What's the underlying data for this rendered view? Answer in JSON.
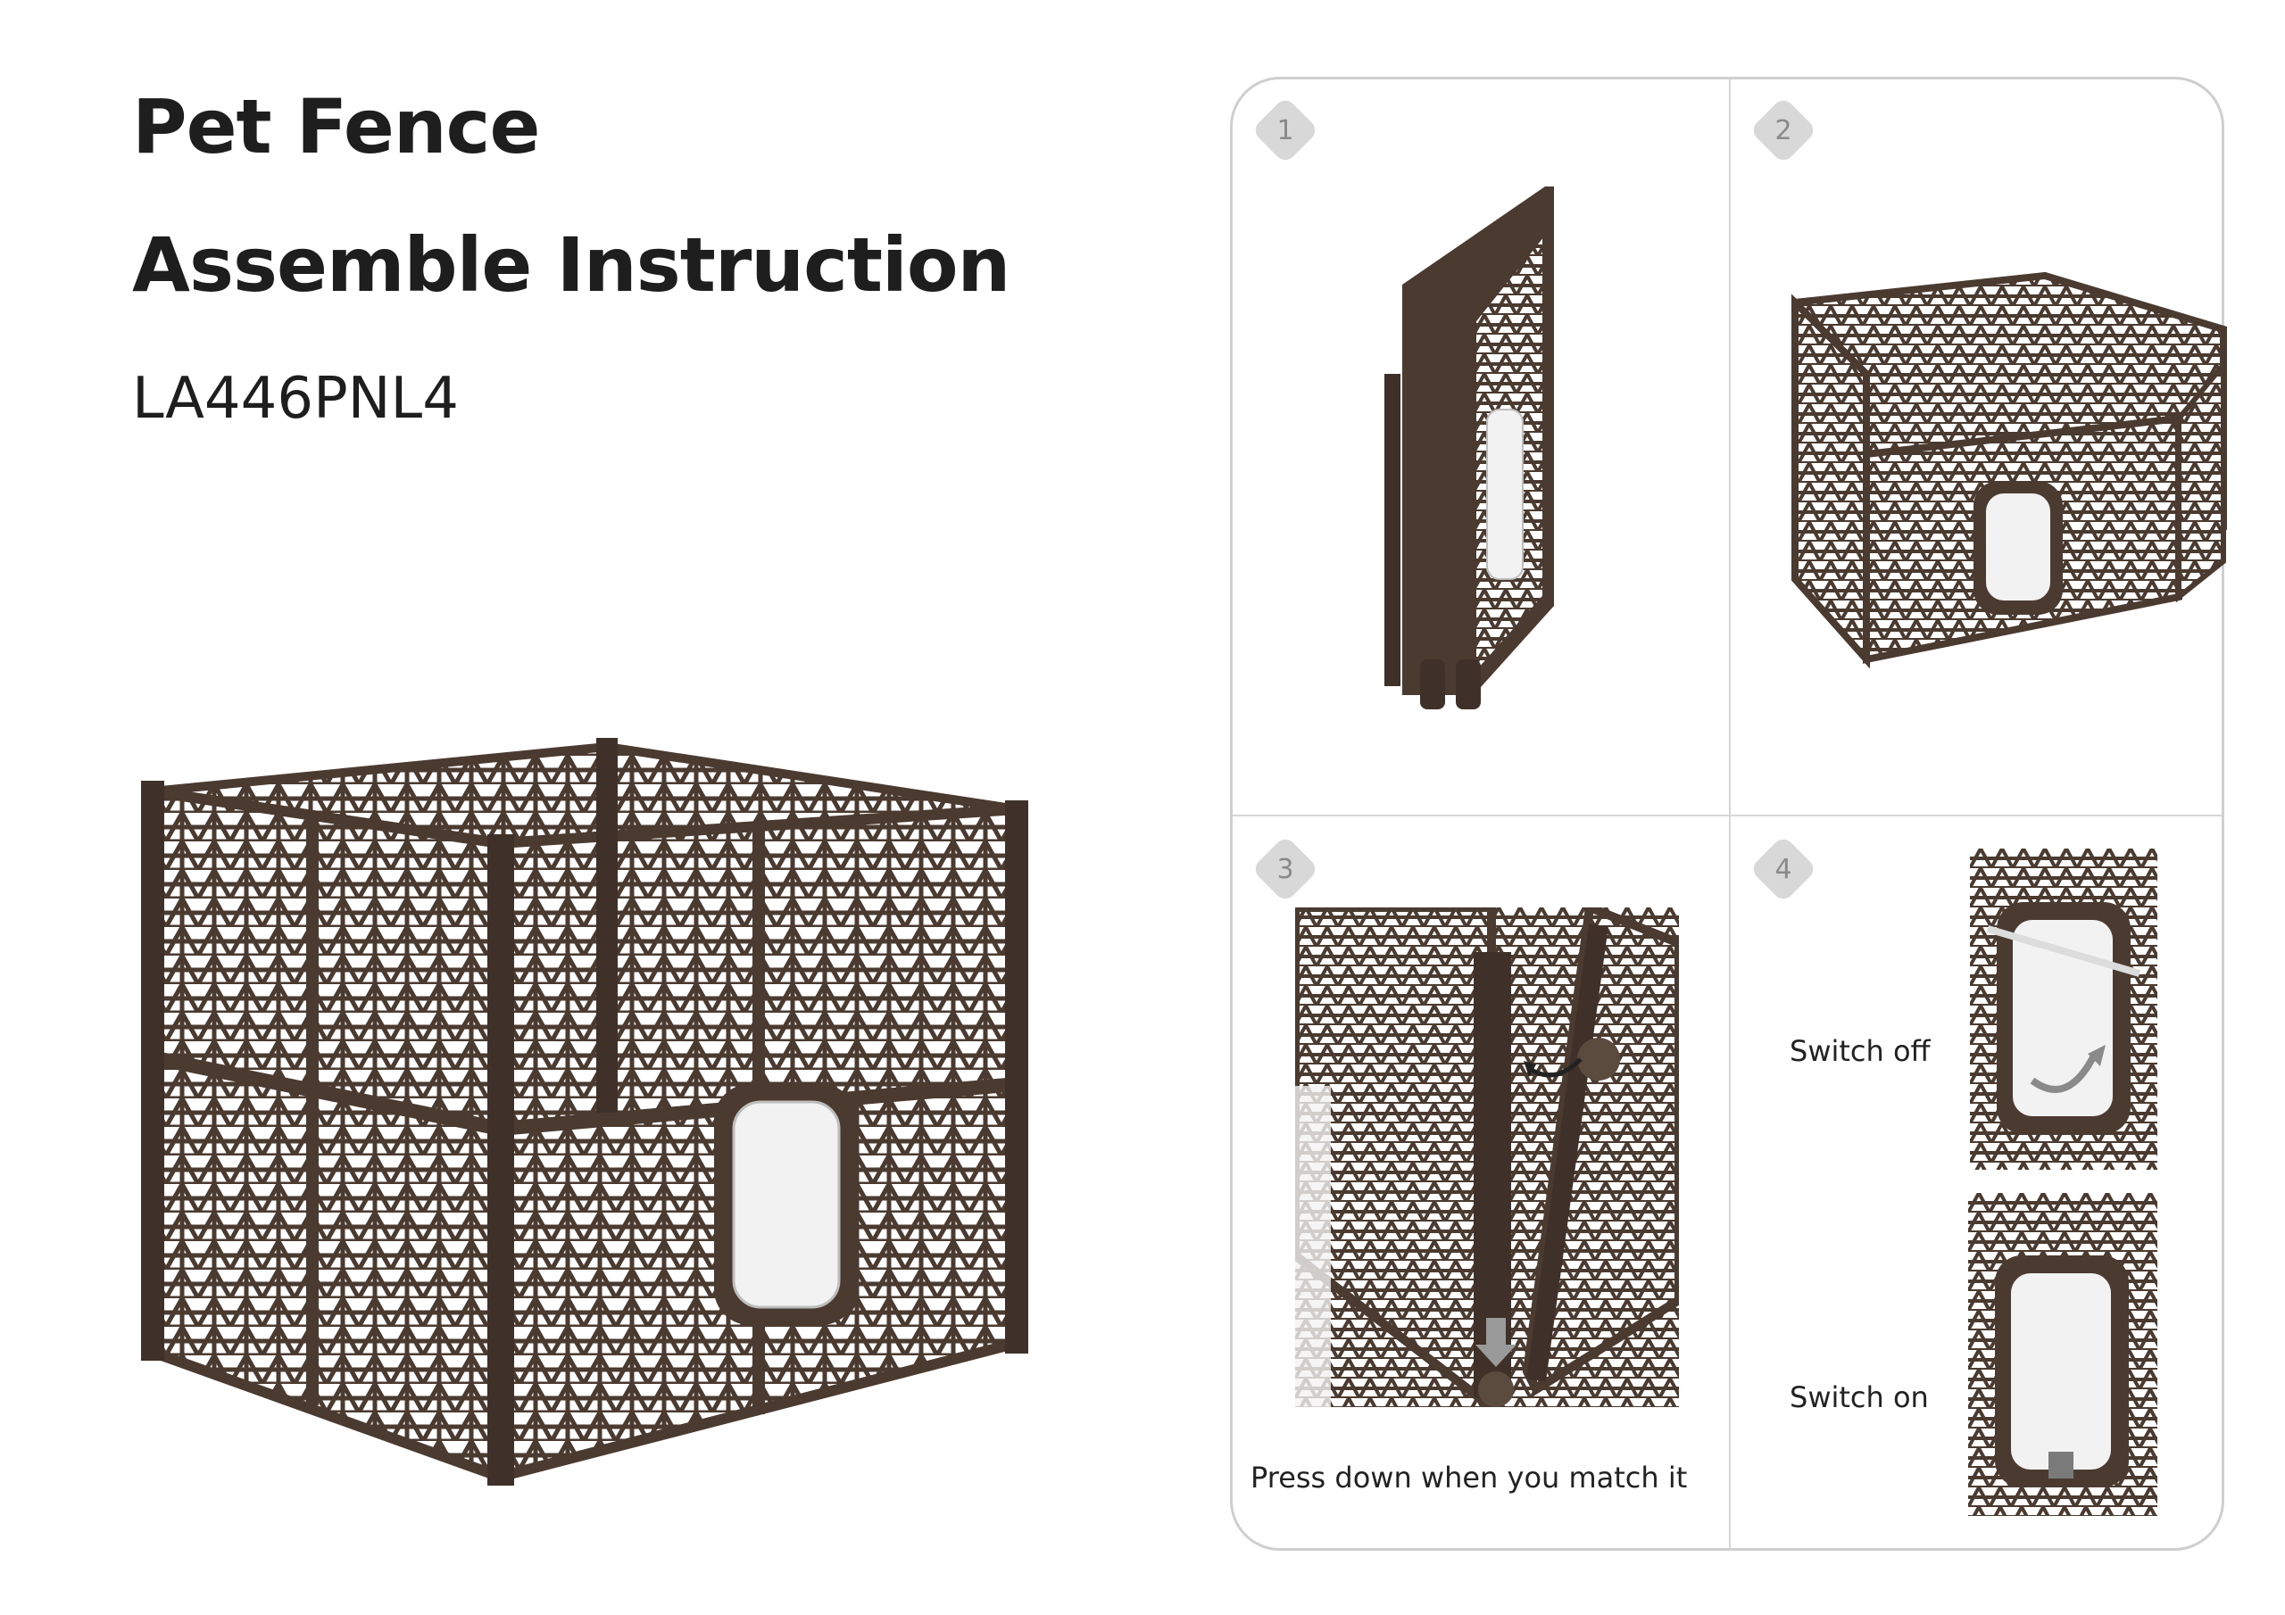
{
  "heading": {
    "line1": "Pet Fence",
    "line2": "Assemble Instruction",
    "model": "LA446PNL4"
  },
  "steps": [
    {
      "number": "1"
    },
    {
      "number": "2"
    },
    {
      "number": "3",
      "caption": "Press down when you match it"
    },
    {
      "number": "4",
      "switch_off": "Switch off",
      "switch_on": "Switch on"
    }
  ],
  "colors": {
    "fence": "#4a3a30",
    "border": "#cfcfcf",
    "badge": "#d8d8d8"
  }
}
